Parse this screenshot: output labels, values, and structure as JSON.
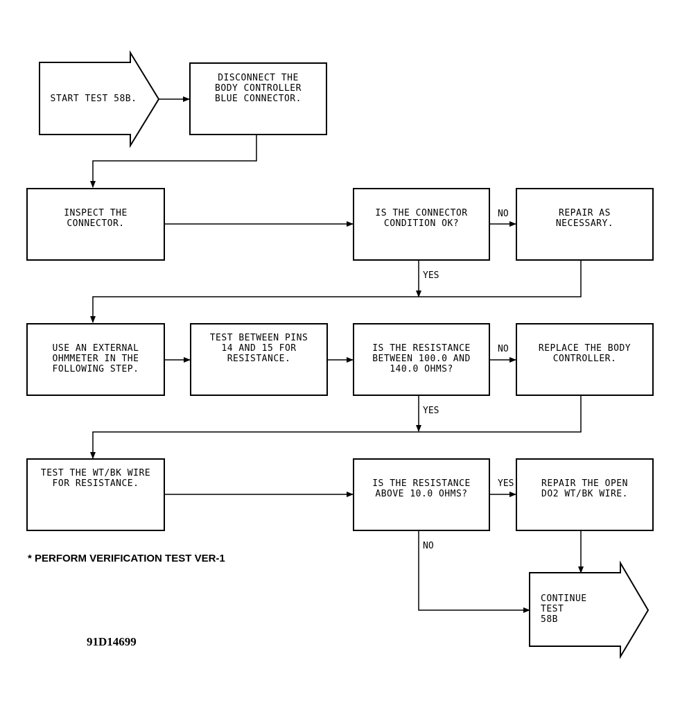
{
  "nodes": {
    "start": "START TEST 58B.",
    "disconnect": "DISCONNECT THE\nBODY CONTROLLER\nBLUE CONNECTOR.",
    "inspect": "INSPECT THE\nCONNECTOR.",
    "connector_ok": "IS THE CONNECTOR\nCONDITION OK?",
    "repair": "REPAIR AS\nNECESSARY.",
    "ohmmeter": "USE AN EXTERNAL\nOHMMETER IN THE\nFOLLOWING STEP.",
    "test_pins": "TEST BETWEEN PINS\n14 AND 15 FOR\nRESISTANCE.",
    "resistance_range": "IS THE RESISTANCE\nBETWEEN 100.0 AND\n140.0 OHMS?",
    "replace": "REPLACE THE BODY\nCONTROLLER.",
    "test_wire": "TEST THE WT/BK WIRE\nFOR RESISTANCE.",
    "resistance_above": "IS THE RESISTANCE\nABOVE 10.0 OHMS?",
    "repair_open": "REPAIR THE OPEN\nDO2 WT/BK WIRE.",
    "continue": "CONTINUE TEST\n58B"
  },
  "branch_labels": {
    "no_1": "NO",
    "yes_1": "YES",
    "no_2": "NO",
    "yes_2": "YES",
    "yes_3": "YES",
    "no_3": "NO"
  },
  "footnote": "* PERFORM VERIFICATION TEST VER-1",
  "figure_code": "91D14699"
}
